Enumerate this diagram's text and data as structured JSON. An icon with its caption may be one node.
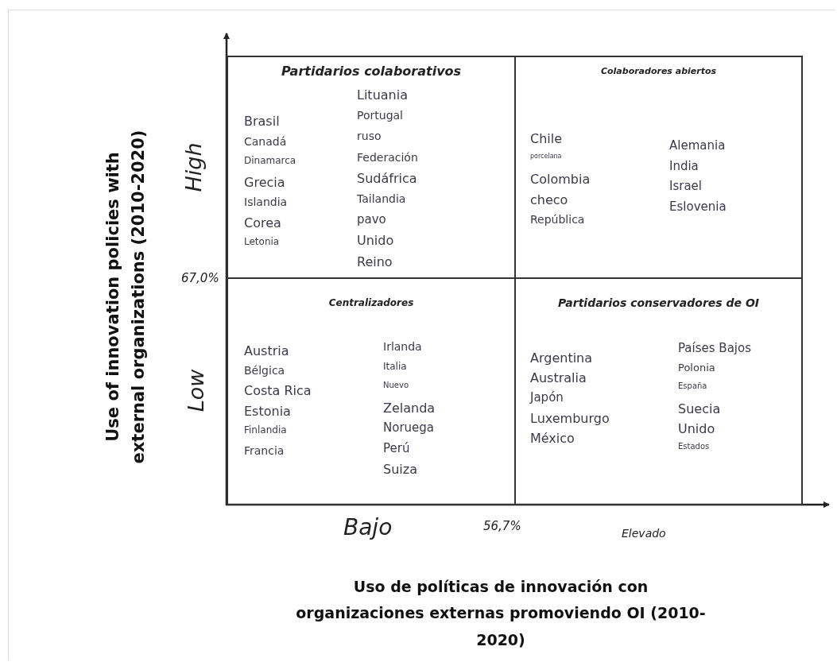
{
  "diagram": {
    "nodes": [
      {
        "text": [
          "Partidarios colaborativos",
          "Brasil",
          "Canadá",
          "Dinamarca",
          "Grecia",
          "Islandia",
          "Corea",
          "Letonia",
          "Lituania",
          "Portugal",
          "ruso",
          "Federación",
          "Sudáfrica",
          "Tailandia",
          "pavo",
          "Unido",
          "Reino"
        ]
      },
      {
        "text": [
          "Colaboradores abiertos",
          "Chile",
          "porcelana",
          "Colombia",
          "checo",
          "República",
          "Alemania",
          "India",
          "Israel",
          "Eslovenia"
        ]
      },
      {
        "text": [
          "Centralizadores",
          "Austria",
          "Bélgica",
          "Costa Rica",
          "Estonia",
          "Finlandia",
          "Francia",
          "Irlanda",
          "Italia",
          "Nuevo",
          "Zelanda",
          "Noruega",
          "Perú",
          "Suiza"
        ]
      },
      {
        "text": [
          "Partidarios conservadores de OI",
          "Argentina",
          "Australia",
          "Japón",
          "Luxemburgo",
          "México",
          "Países Bajos",
          "Polonia",
          "España",
          "Suecia",
          "Unido",
          "Estados"
        ]
      }
    ],
    "labels": [
      "Use of innovation policies with external organizations (2010-2020)",
      "High",
      "67,0%",
      "Low",
      "Bajo",
      "56,7%",
      "Elevado",
      "Uso de políticas de innovación con organizaciones externas promoviendo OI (2010-2020)"
    ]
  }
}
